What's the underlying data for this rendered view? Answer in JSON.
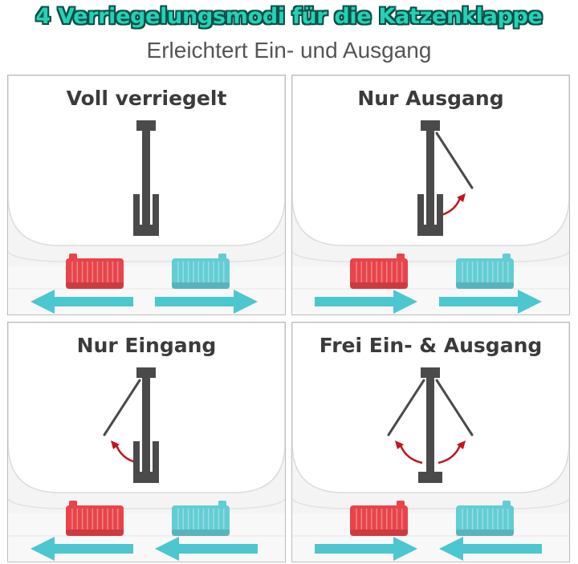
{
  "header": {
    "title": "4 Verriegelungsmodi für die Katzenklappe",
    "subtitle": "Erleichtert Ein- und Ausgang"
  },
  "colors": {
    "title_text": "#25d1b4",
    "title_outline": "#0b4f47",
    "panel_title": "#3b3b3b",
    "flap": "#4a4a4a",
    "lock_red": "#e8444a",
    "lock_teal": "#63cdd4",
    "arrow_teal": "#4cc7d0",
    "swing_arrow": "#c0161c"
  },
  "panels": [
    {
      "label": "Voll verriegelt",
      "flap_mode": "locked",
      "left_arrow": "left",
      "right_arrow": "right",
      "latch_up": "right"
    },
    {
      "label": "Nur Ausgang",
      "flap_mode": "exit",
      "left_arrow": "right",
      "right_arrow": "right",
      "latch_up": "both"
    },
    {
      "label": "Nur Eingang",
      "flap_mode": "entry",
      "left_arrow": "left",
      "right_arrow": "left",
      "latch_up": "right"
    },
    {
      "label": "Frei Ein- & Ausgang",
      "flap_mode": "free",
      "left_arrow": "right",
      "right_arrow": "left",
      "latch_up": "both"
    }
  ]
}
